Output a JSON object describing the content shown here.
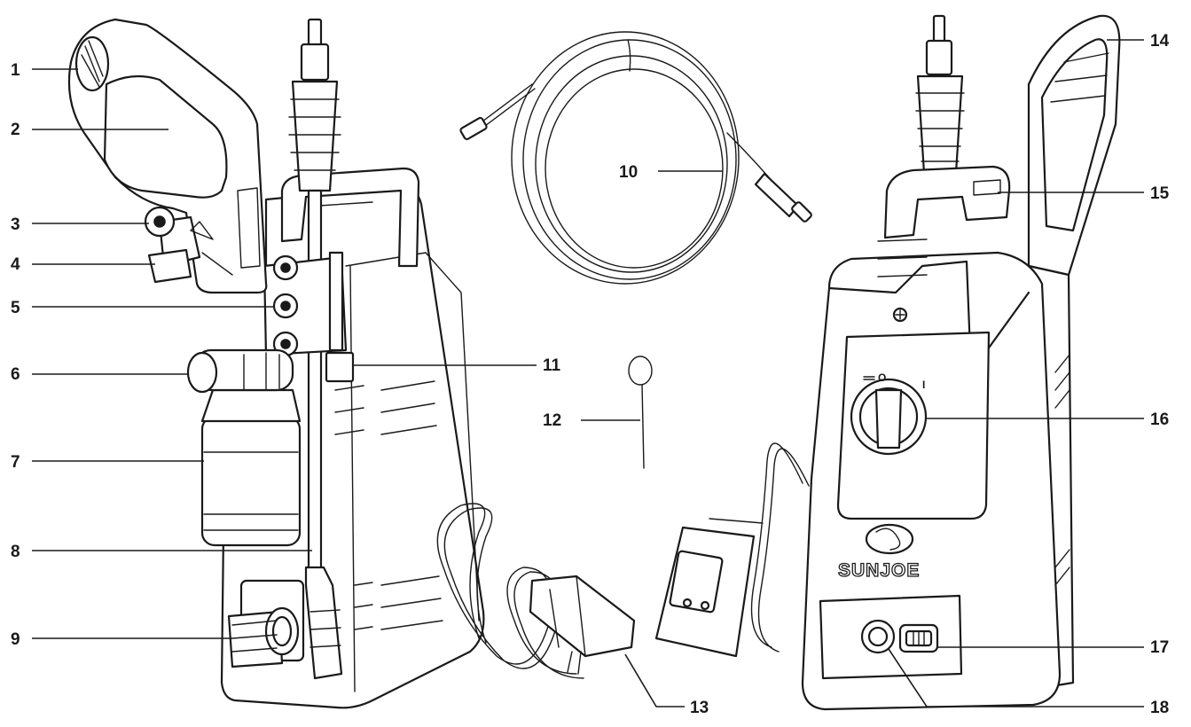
{
  "brand_text": "SUNJOE",
  "dial": {
    "off_label": "O",
    "on_label": "I"
  },
  "callouts": [
    {
      "id": "1",
      "label": "1"
    },
    {
      "id": "2",
      "label": "2"
    },
    {
      "id": "3",
      "label": "3"
    },
    {
      "id": "4",
      "label": "4"
    },
    {
      "id": "5",
      "label": "5"
    },
    {
      "id": "6",
      "label": "6"
    },
    {
      "id": "7",
      "label": "7"
    },
    {
      "id": "8",
      "label": "8"
    },
    {
      "id": "9",
      "label": "9"
    },
    {
      "id": "10",
      "label": "10"
    },
    {
      "id": "11",
      "label": "11"
    },
    {
      "id": "12",
      "label": "12"
    },
    {
      "id": "13",
      "label": "13"
    },
    {
      "id": "14",
      "label": "14"
    },
    {
      "id": "15",
      "label": "15"
    },
    {
      "id": "16",
      "label": "16"
    },
    {
      "id": "17",
      "label": "17"
    },
    {
      "id": "18",
      "label": "18"
    }
  ]
}
